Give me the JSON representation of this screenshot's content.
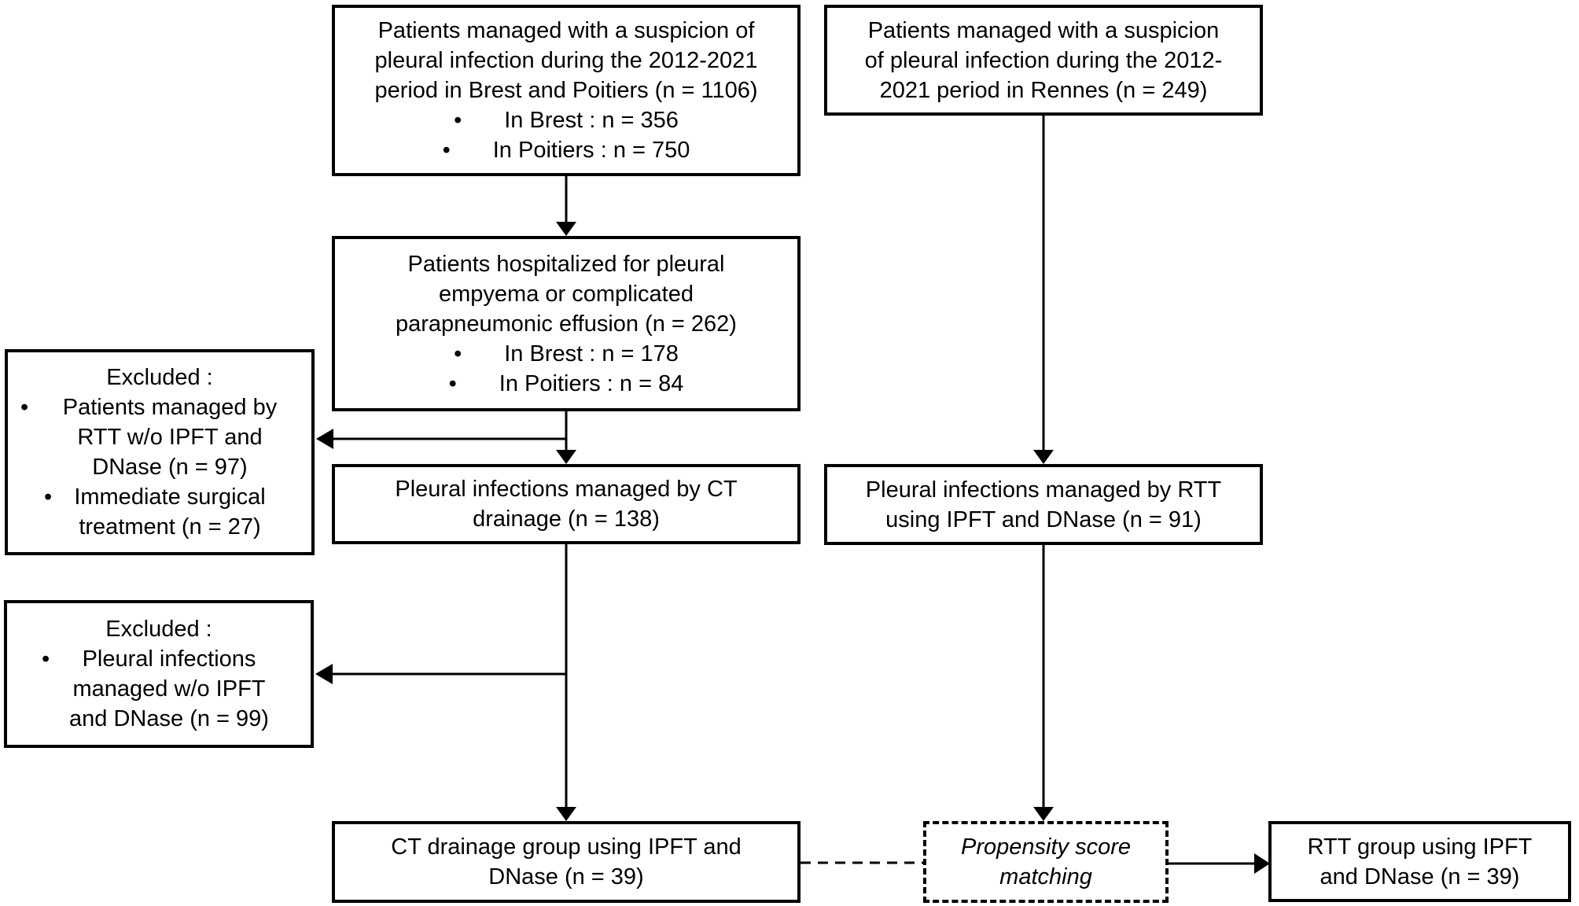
{
  "glyphs": {
    "bullet": "•"
  },
  "colors": {
    "ink": "#000000",
    "background": "#ffffff"
  },
  "boxes": {
    "suspicion_brest_poitiers": {
      "lines": [
        "Patients managed with a suspicion of",
        "pleural infection during the 2012-2021",
        "period in Brest and Poitiers (n = 1106)"
      ],
      "bullets": [
        "In Brest : n = 356",
        "In Poitiers : n = 750"
      ]
    },
    "suspicion_rennes": {
      "lines": [
        "Patients managed with a suspicion",
        "of pleural infection during the 2012-",
        "2021 period in Rennes (n = 249)"
      ]
    },
    "hospitalized": {
      "lines": [
        "Patients hospitalized for pleural",
        "empyema or complicated",
        "parapneumonic effusion (n = 262)"
      ],
      "bullets": [
        "In Brest : n = 178",
        "In Poitiers : n = 84"
      ]
    },
    "excluded_rtt_surgical": {
      "lines": [
        "Excluded :",
        "Patients managed by",
        "RTT w/o IPFT and",
        "DNase (n = 97)",
        "Immediate surgical",
        "treatment (n = 27)"
      ]
    },
    "ct_drainage": {
      "lines": [
        "Pleural infections managed by CT",
        "drainage (n = 138)"
      ]
    },
    "rtt_ipft_dnase": {
      "lines": [
        "Pleural infections managed by RTT",
        "using IPFT and DNase (n = 91)"
      ]
    },
    "excluded_no_ipft": {
      "lines": [
        "Excluded :",
        "Pleural infections",
        "managed w/o IPFT",
        "and DNase (n = 99)"
      ]
    },
    "ct_drainage_group": {
      "lines": [
        "CT drainage group using IPFT and",
        "DNase (n = 39)"
      ]
    },
    "propensity": {
      "lines": [
        "Propensity score",
        "matching"
      ]
    },
    "rtt_group": {
      "lines": [
        "RTT group using IPFT",
        "and DNase (n = 39)"
      ]
    }
  }
}
